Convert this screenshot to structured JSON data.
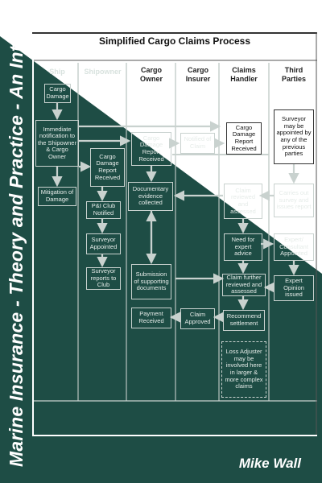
{
  "cover": {
    "spine_title": "Marine Insurance - Theory and Practice - An Introduction",
    "author": "Mike Wall",
    "colors": {
      "background": "#1e4d45",
      "diagonal": "#ffffff",
      "lines": "#c9d2cf"
    }
  },
  "diagram": {
    "title": "Simplified Cargo Claims Process",
    "columns": [
      "Ship",
      "Shipowner",
      "Cargo Owner",
      "Cargo Insurer",
      "Claims Handler",
      "Third Parties"
    ],
    "boxes": {
      "cargo_damage": "Cargo Damage",
      "immediate_notification": "Immediate notification to the Shipowner & Cargo Owner",
      "mitigation": "Mitigation of Damage",
      "so_report": "Cargo Damage Report Received",
      "pi_club": "P&I Club Notified",
      "surveyor_appointed": "Surveyor Appointed",
      "surveyor_reports": "Surveyor reports to Club",
      "co_report": "Cargo Damage Report Received",
      "documentary": "Documentary evidence collected",
      "submission": "Submission of supporting documents",
      "payment": "Payment Received",
      "notified_claim": "Notified of Claim",
      "claim_approved": "Claim Approved",
      "ch_report": "Cargo Damage Report Received",
      "claim_reviewed": "Claim reviewed and assessed",
      "need_expert": "Need for expert advice",
      "claim_further": "Claim further reviewed and assessed",
      "recommend": "Recommend settlement",
      "loss_adjuster": "Loss Adjuster may be involved here in larger & more complex claims",
      "tp_surveyor": "Surveyor may be appointed by any of the previous parties",
      "carries_out": "Carries out survey and issues report",
      "expert_appointed": "Expert/ Consultant Appointed",
      "expert_opinion": "Expert Opinion issued"
    }
  }
}
